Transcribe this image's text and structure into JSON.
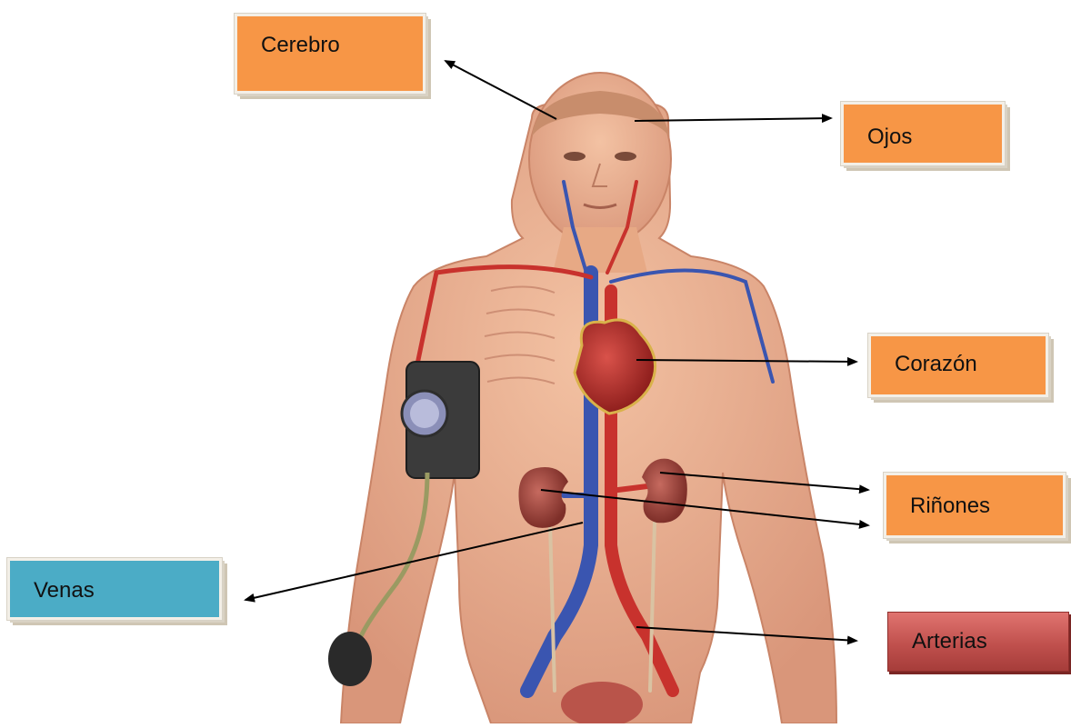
{
  "labels": {
    "cerebro": "Cerebro",
    "ojos": "Ojos",
    "corazon": "Corazón",
    "rinones": "Riñones",
    "venas": "Venas",
    "arterias": "Arterias"
  },
  "colors": {
    "orange_box": "#f79646",
    "teal_box": "#4bacc6",
    "red_box": "#c0504d",
    "arrow": "#000000",
    "skin": "#e9ad8a",
    "artery": "#c8322d",
    "vein": "#3a55b0",
    "kidney": "#a9463f"
  }
}
